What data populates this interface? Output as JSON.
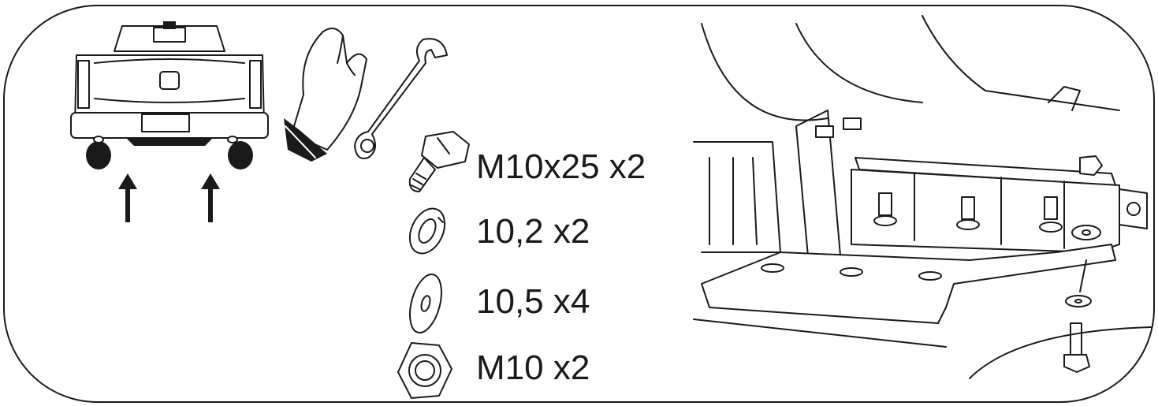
{
  "hardware": [
    {
      "label": "M10x25 x2",
      "icon": "bolt-icon"
    },
    {
      "label": "10,2 x2",
      "icon": "spring-washer-icon"
    },
    {
      "label": "10,5 x4",
      "icon": "flat-washer-icon"
    },
    {
      "label": "M10 x2",
      "icon": "hex-nut-icon"
    }
  ],
  "tools": [
    "glove-icon",
    "wrench-icon"
  ],
  "colors": {
    "line": "#1a1a1a",
    "background": "#ffffff"
  }
}
